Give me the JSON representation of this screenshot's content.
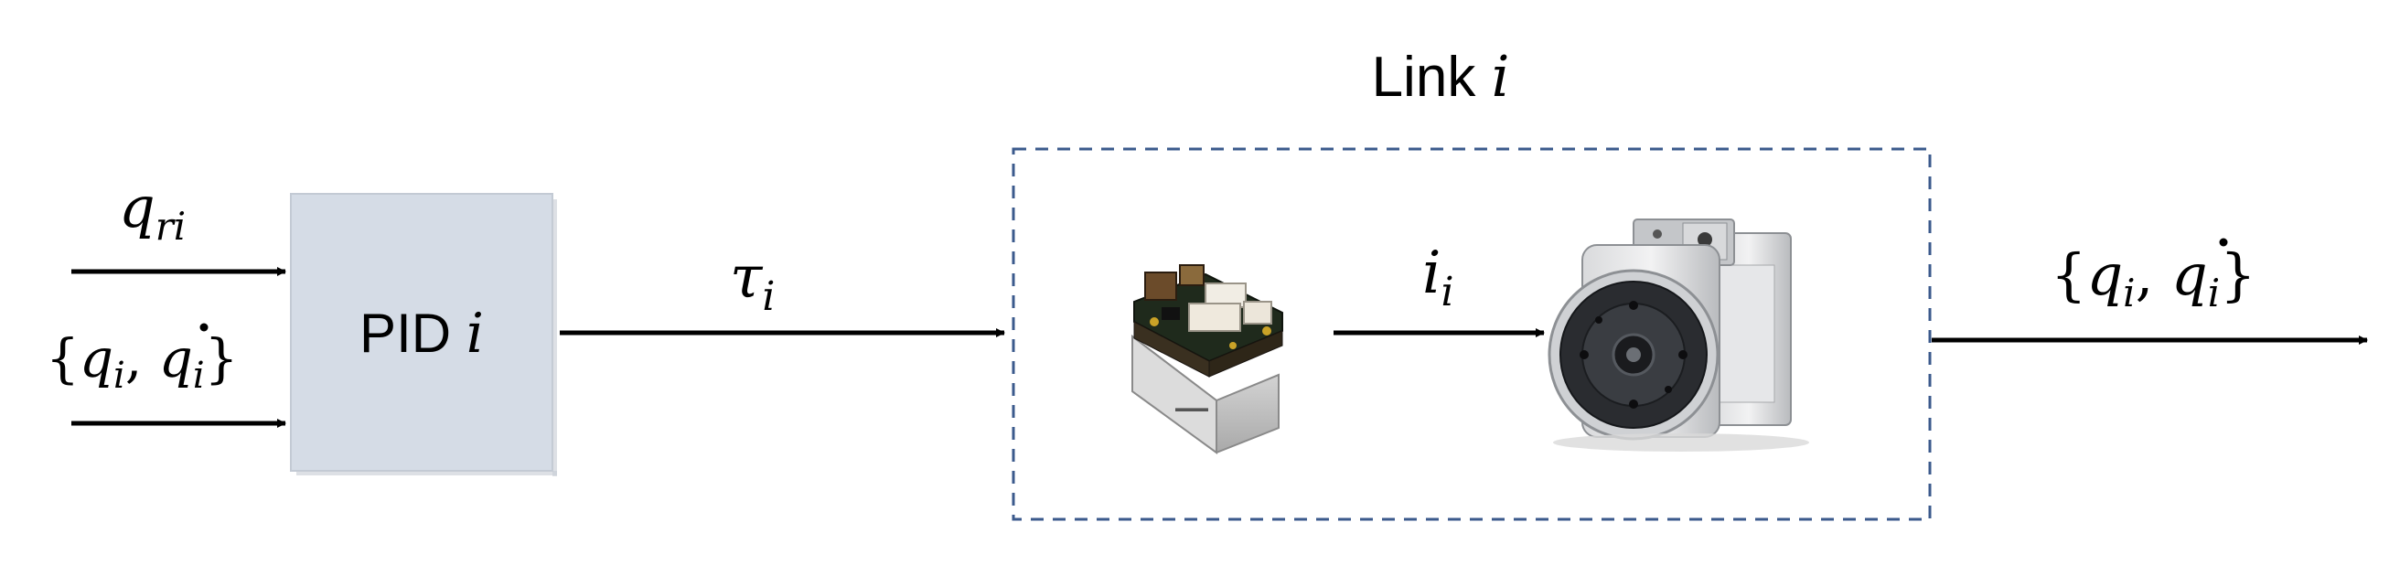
{
  "title": {
    "text": "Link",
    "var": "i"
  },
  "pid_block": {
    "text": "PID",
    "var": "i"
  },
  "inputs": [
    {
      "base": "q",
      "sub": "ri"
    },
    {
      "open": "{",
      "base1": "q",
      "sub1": "i",
      "sep": ", ",
      "base2": "q",
      "sub2": "i",
      "close": "}"
    }
  ],
  "signals": {
    "torque": {
      "base": "τ",
      "sub": "i"
    },
    "current": {
      "base": "i",
      "sub": "i"
    },
    "output": {
      "open": "{",
      "base1": "q",
      "sub1": "i",
      "sep": ", ",
      "base2": "q",
      "sub2": "i",
      "close": "}"
    }
  },
  "images": {
    "driver": "motor-driver-board",
    "motor": "servo-motor"
  },
  "colors": {
    "block_fill": "#d5dce6",
    "dashed_border": "#3b5a8c",
    "arrow": "#000000"
  }
}
